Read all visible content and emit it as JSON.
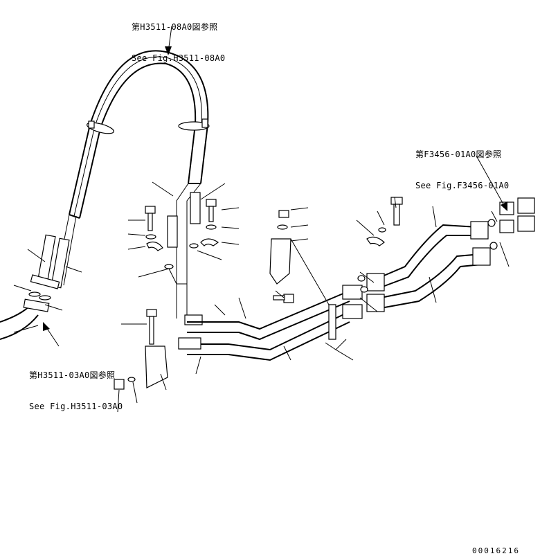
{
  "callouts": {
    "top_hose": {
      "ja": "第H3511-08A0図参照",
      "en": "See Fig.H3511-08A0"
    },
    "right_group": {
      "ja": "第F3456-01A0図参照",
      "en": "See Fig.F3456-01A0"
    },
    "left_pipe": {
      "ja": "第H3511-03A0図参照",
      "en": "See Fig.H3511-03A0"
    }
  },
  "drawing_number": "00016216",
  "colors": {
    "line": "#000000",
    "background": "#ffffff"
  }
}
